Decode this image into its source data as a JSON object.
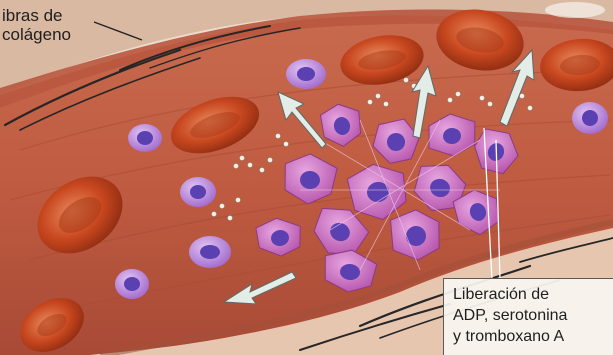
{
  "labels": {
    "collagen_line1": "ibras de",
    "collagen_line2": "colágeno",
    "release_line1": "Liberación de",
    "release_line2": "ADP, serotonina",
    "release_line3": "y tromboxano A"
  },
  "colors": {
    "vessel_wall": "#b4533f",
    "vessel_lumen": "#c8664c",
    "red_blood_cell": "#c8471f",
    "platelet_inactive": "#b07ad2",
    "platelet_nucleus": "#5a40b0",
    "platelet_activated": "#c25fb9",
    "collagen_fiber": "#2a2a2a",
    "arrow": "#e4ece8"
  },
  "icons": {
    "release_arrow": "white-arrow-icon"
  }
}
